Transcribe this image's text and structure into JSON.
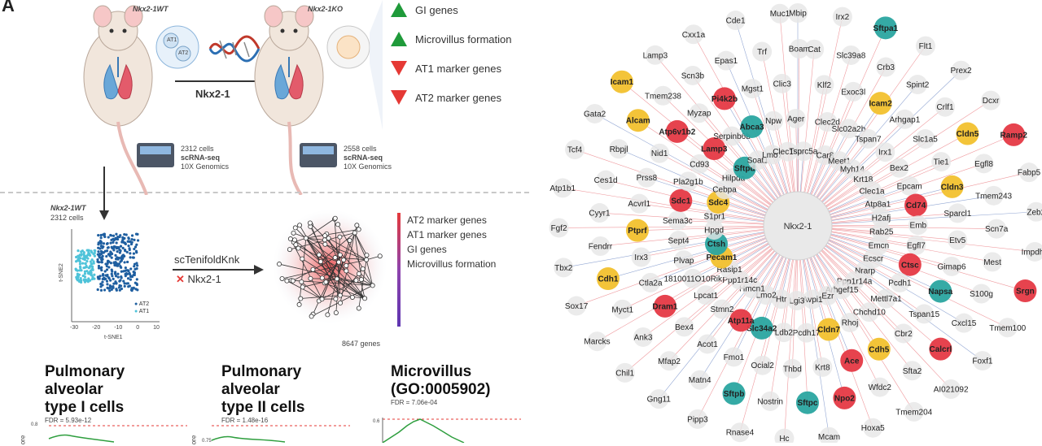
{
  "panel_label": "A",
  "top": {
    "wt_label": "Nkx2-1WT",
    "ko_label": "Nkx2-1KO",
    "lung_inset_labels": [
      "AT1",
      "AT2"
    ],
    "knockout_gene": "Nkx2-1",
    "legend": [
      {
        "label": "GI genes",
        "marker": "up",
        "color": "#1f9a3a"
      },
      {
        "label": "Microvillus formation",
        "marker": "up",
        "color": "#1f9a3a"
      },
      {
        "label": "AT1 marker genes",
        "marker": "down",
        "color": "#e53935"
      },
      {
        "label": "AT2 marker genes",
        "marker": "down",
        "color": "#e53935"
      }
    ],
    "seq_left": {
      "cells": "2312 cells",
      "method": "scRNA-seq",
      "platform": "10X Genomics"
    },
    "seq_right": {
      "cells": "2558 cells",
      "method": "scRNA-seq",
      "platform": "10X Genomics"
    }
  },
  "middle": {
    "tsne_title": "Nkx2-1WT",
    "tsne_cells": "2312 cells",
    "tsne_xlabel": "t-SNE1",
    "tsne_ylabel": "t-SNE2",
    "tsne_xticks": [
      "-30",
      "-20",
      "-10",
      "0",
      "10"
    ],
    "tsne_legend": [
      {
        "label": "AT2",
        "color": "#1f5fa0"
      },
      {
        "label": "AT1",
        "color": "#4fc3d9"
      }
    ],
    "method": "scTenifoldKnk",
    "knockout": "Nkx2-1",
    "network_genes": "8647 genes",
    "network_legend": [
      "AT2 marker genes",
      "AT1 marker genes",
      "GI genes",
      "Microvillus formation"
    ]
  },
  "bottom": {
    "panels": [
      {
        "title_lines": [
          "Pulmonary",
          "alveolar",
          "type I cells"
        ],
        "fdr": "FDR = 5.93e-12",
        "tick": "0.8"
      },
      {
        "title_lines": [
          "Pulmonary",
          "alveolar",
          "type II cells"
        ],
        "fdr": "FDR = 1.48e-16",
        "tick": "0.75"
      },
      {
        "title_lines": [
          "Microvillus",
          "(GO:0005902)"
        ],
        "fdr": "FDR = 7.06e-04",
        "tick": "0.6"
      }
    ],
    "axis_label_fragment": "ore"
  },
  "network": {
    "hub": "Nkx2-1",
    "colors": {
      "red": "#e53945",
      "yellow": "#f2c12e",
      "teal": "#2aa5a0",
      "grey": "#e6e6e6",
      "edge_red": "#e2474f",
      "edge_blue": "#3a5fb0",
      "hub_fill": "#e9e9e9"
    },
    "nodes": [
      {
        "label": "Mbip",
        "color": "grey"
      },
      {
        "label": "Cat",
        "color": "grey"
      },
      {
        "label": "Klf2",
        "color": "grey"
      },
      {
        "label": "Clec2d",
        "color": "grey"
      },
      {
        "label": "Car8",
        "color": "grey"
      },
      {
        "label": "Irx2",
        "color": "grey"
      },
      {
        "label": "Slc39a8",
        "color": "grey"
      },
      {
        "label": "Exoc3l",
        "color": "grey"
      },
      {
        "label": "Slc02a2b",
        "color": "grey"
      },
      {
        "label": "Meet1",
        "color": "grey"
      },
      {
        "label": "Sftpa1",
        "color": "teal",
        "bold": true
      },
      {
        "label": "Crb3",
        "color": "grey"
      },
      {
        "label": "Icam2",
        "color": "yellow",
        "bold": true
      },
      {
        "label": "Tspan7",
        "color": "grey"
      },
      {
        "label": "Myh14",
        "color": "grey"
      },
      {
        "label": "Flt1",
        "color": "grey"
      },
      {
        "label": "Spint2",
        "color": "grey"
      },
      {
        "label": "Arhgap1",
        "color": "grey"
      },
      {
        "label": "Irx1",
        "color": "grey"
      },
      {
        "label": "Krt18",
        "color": "grey"
      },
      {
        "label": "Prex2",
        "color": "grey"
      },
      {
        "label": "Crlf1",
        "color": "grey"
      },
      {
        "label": "Slc1a5",
        "color": "grey"
      },
      {
        "label": "Bex2",
        "color": "grey"
      },
      {
        "label": "Clec1a",
        "color": "grey"
      },
      {
        "label": "Dcxr",
        "color": "grey"
      },
      {
        "label": "Cldn5",
        "color": "yellow",
        "bold": true
      },
      {
        "label": "Tie1",
        "color": "grey"
      },
      {
        "label": "Epcam",
        "color": "grey"
      },
      {
        "label": "Atp8a1",
        "color": "grey"
      },
      {
        "label": "Ramp2",
        "color": "red",
        "bold": true
      },
      {
        "label": "Egfl8",
        "color": "grey"
      },
      {
        "label": "Cldn3",
        "color": "yellow",
        "bold": true
      },
      {
        "label": "Cd74",
        "color": "red",
        "bold": true
      },
      {
        "label": "H2afj",
        "color": "grey"
      },
      {
        "label": "Fabp5",
        "color": "grey"
      },
      {
        "label": "Tmem243",
        "color": "grey"
      },
      {
        "label": "Sparcl1",
        "color": "grey"
      },
      {
        "label": "Emb",
        "color": "grey"
      },
      {
        "label": "Rab25",
        "color": "grey"
      },
      {
        "label": "Zeb2",
        "color": "grey"
      },
      {
        "label": "Scn7a",
        "color": "grey"
      },
      {
        "label": "Etv5",
        "color": "grey"
      },
      {
        "label": "Egfl7",
        "color": "grey"
      },
      {
        "label": "Emcn",
        "color": "grey"
      },
      {
        "label": "Impdh1",
        "color": "grey"
      },
      {
        "label": "Mest",
        "color": "grey"
      },
      {
        "label": "Gimap6",
        "color": "grey"
      },
      {
        "label": "Ctsc",
        "color": "red",
        "bold": true
      },
      {
        "label": "Ecscr",
        "color": "grey"
      },
      {
        "label": "Srgn",
        "color": "red",
        "bold": true
      },
      {
        "label": "S100g",
        "color": "grey"
      },
      {
        "label": "Napsa",
        "color": "teal",
        "bold": true
      },
      {
        "label": "Pcdh1",
        "color": "grey"
      },
      {
        "label": "Nrarp",
        "color": "grey"
      },
      {
        "label": "Tmem100",
        "color": "grey"
      },
      {
        "label": "Cxcl15",
        "color": "grey"
      },
      {
        "label": "Tspan15",
        "color": "grey"
      },
      {
        "label": "Mettl7a1",
        "color": "grey"
      },
      {
        "label": "Ppp1r14a",
        "color": "grey"
      },
      {
        "label": "Foxf1",
        "color": "grey"
      },
      {
        "label": "Calcrl",
        "color": "red",
        "bold": true
      },
      {
        "label": "Cbr2",
        "color": "grey"
      },
      {
        "label": "Chchd10",
        "color": "grey"
      },
      {
        "label": "Arhgef15",
        "color": "grey"
      },
      {
        "label": "AI021092",
        "color": "grey"
      },
      {
        "label": "Sfta2",
        "color": "grey"
      },
      {
        "label": "Cdh5",
        "color": "yellow",
        "bold": true
      },
      {
        "label": "Rhoj",
        "color": "grey"
      },
      {
        "label": "Ezr",
        "color": "grey"
      },
      {
        "label": "Tmem204",
        "color": "grey"
      },
      {
        "label": "Wfdc2",
        "color": "grey"
      },
      {
        "label": "Ace",
        "color": "red",
        "bold": true
      },
      {
        "label": "Cldn7",
        "color": "yellow",
        "bold": true
      },
      {
        "label": "Avpi1",
        "color": "grey"
      },
      {
        "label": "Hoxa5",
        "color": "grey"
      },
      {
        "label": "Npo2",
        "color": "red",
        "bold": true
      },
      {
        "label": "Krt8",
        "color": "grey"
      },
      {
        "label": "Pcdh17",
        "color": "grey"
      },
      {
        "label": "Lgi3",
        "color": "grey"
      },
      {
        "label": "Mcam",
        "color": "grey"
      },
      {
        "label": "Sftpc",
        "color": "teal",
        "bold": true
      },
      {
        "label": "Thbd",
        "color": "grey"
      },
      {
        "label": "Ldb2",
        "color": "grey"
      },
      {
        "label": "Htr",
        "color": "grey"
      },
      {
        "label": "Hc",
        "color": "grey"
      },
      {
        "label": "Nostrin",
        "color": "grey"
      },
      {
        "label": "Ocial2",
        "color": "grey"
      },
      {
        "label": "Slc34a2",
        "color": "teal",
        "bold": true
      },
      {
        "label": "Lmo2",
        "color": "grey"
      },
      {
        "label": "Rnase4",
        "color": "grey"
      },
      {
        "label": "Sftpb",
        "color": "teal",
        "bold": true
      },
      {
        "label": "Fmo1",
        "color": "grey"
      },
      {
        "label": "Atp11a",
        "color": "red",
        "bold": true
      },
      {
        "label": "Hmcn1",
        "color": "grey"
      },
      {
        "label": "Pipp3",
        "color": "grey"
      },
      {
        "label": "Matn4",
        "color": "grey"
      },
      {
        "label": "Acot1",
        "color": "grey"
      },
      {
        "label": "Stmn2",
        "color": "grey"
      },
      {
        "label": "Ppp1r14c",
        "color": "grey"
      },
      {
        "label": "Gng11",
        "color": "grey"
      },
      {
        "label": "Mfap2",
        "color": "grey"
      },
      {
        "label": "Bex4",
        "color": "grey"
      },
      {
        "label": "Lpcat1",
        "color": "grey"
      },
      {
        "label": "Rasip1",
        "color": "grey"
      },
      {
        "label": "Chil1",
        "color": "grey"
      },
      {
        "label": "Ank3",
        "color": "grey"
      },
      {
        "label": "Dram1",
        "color": "red",
        "bold": true
      },
      {
        "label": "1810011O10Rik",
        "color": "grey"
      },
      {
        "label": "Pecam1",
        "color": "yellow",
        "bold": true
      },
      {
        "label": "Marcks",
        "color": "grey"
      },
      {
        "label": "Myct1",
        "color": "grey"
      },
      {
        "label": "Ctla2a",
        "color": "grey"
      },
      {
        "label": "Plvap",
        "color": "grey"
      },
      {
        "label": "Ctsh",
        "color": "teal",
        "bold": true
      },
      {
        "label": "Sox17",
        "color": "grey"
      },
      {
        "label": "Cdh1",
        "color": "yellow",
        "bold": true
      },
      {
        "label": "Irx3",
        "color": "grey"
      },
      {
        "label": "Sept4",
        "color": "grey"
      },
      {
        "label": "Hpgd",
        "color": "grey"
      },
      {
        "label": "Tbx2",
        "color": "grey"
      },
      {
        "label": "Fendrr",
        "color": "grey"
      },
      {
        "label": "Ptprf",
        "color": "yellow",
        "bold": true
      },
      {
        "label": "Sema3c",
        "color": "grey"
      },
      {
        "label": "S1pr1",
        "color": "grey"
      },
      {
        "label": "Fgf2",
        "color": "grey"
      },
      {
        "label": "Cyyr1",
        "color": "grey"
      },
      {
        "label": "Acvrl1",
        "color": "grey"
      },
      {
        "label": "Sdc1",
        "color": "red",
        "bold": true
      },
      {
        "label": "Sdc4",
        "color": "yellow",
        "bold": true
      },
      {
        "label": "Atp1b1",
        "color": "grey"
      },
      {
        "label": "Ces1d",
        "color": "grey"
      },
      {
        "label": "Prss8",
        "color": "grey"
      },
      {
        "label": "Pla2g1b",
        "color": "grey"
      },
      {
        "label": "Cebpa",
        "color": "grey"
      },
      {
        "label": "Tcf4",
        "color": "grey"
      },
      {
        "label": "Rbpjl",
        "color": "grey"
      },
      {
        "label": "Nid1",
        "color": "grey"
      },
      {
        "label": "Cd93",
        "color": "grey"
      },
      {
        "label": "Hilpda",
        "color": "grey"
      },
      {
        "label": "Gata2",
        "color": "grey"
      },
      {
        "label": "Alcam",
        "color": "yellow",
        "bold": true
      },
      {
        "label": "Atp6v1b2",
        "color": "red",
        "bold": true
      },
      {
        "label": "Lamp3",
        "color": "red",
        "bold": true
      },
      {
        "label": "Sftpd",
        "color": "teal",
        "bold": true
      },
      {
        "label": "Icam1",
        "color": "yellow",
        "bold": true
      },
      {
        "label": "Tmem238",
        "color": "grey"
      },
      {
        "label": "Myzap",
        "color": "grey"
      },
      {
        "label": "Serpinb6b",
        "color": "grey"
      },
      {
        "label": "Soat1",
        "color": "grey"
      },
      {
        "label": "Lamp3",
        "color": "grey"
      },
      {
        "label": "Scn3b",
        "color": "grey"
      },
      {
        "label": "Pi4k2b",
        "color": "red",
        "bold": true
      },
      {
        "label": "Abca3",
        "color": "teal",
        "bold": true
      },
      {
        "label": "Lmo7",
        "color": "grey"
      },
      {
        "label": "Cxx1a",
        "color": "grey"
      },
      {
        "label": "Epas1",
        "color": "grey"
      },
      {
        "label": "Mgst1",
        "color": "grey"
      },
      {
        "label": "Npw",
        "color": "grey"
      },
      {
        "label": "Clec14a",
        "color": "grey"
      },
      {
        "label": "Cde1",
        "color": "grey"
      },
      {
        "label": "Trf",
        "color": "grey"
      },
      {
        "label": "Clic3",
        "color": "grey"
      },
      {
        "label": "Ager",
        "color": "grey"
      },
      {
        "label": "Tsprc5a",
        "color": "grey"
      },
      {
        "label": "Muc1",
        "color": "grey"
      },
      {
        "label": "Boam",
        "color": "grey"
      }
    ]
  }
}
